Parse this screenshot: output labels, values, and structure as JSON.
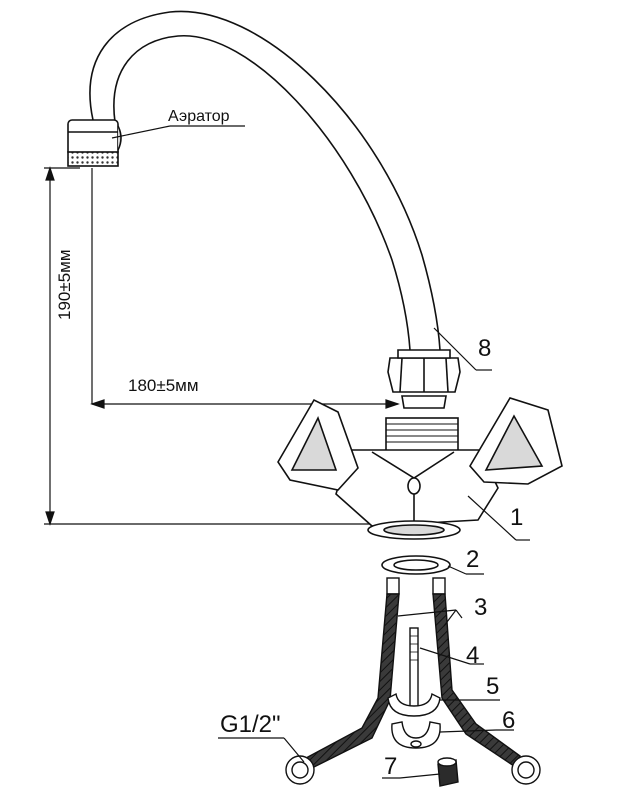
{
  "labels": {
    "aerator": "Аэратор",
    "dim_height": "190±5мм",
    "dim_reach": "180±5мм",
    "thread": "G1/2\"",
    "part_1": "1",
    "part_2": "2",
    "part_3": "3",
    "part_4": "4",
    "part_5": "5",
    "part_6": "6",
    "part_7": "7",
    "part_8": "8"
  },
  "colors": {
    "line": "#111111",
    "hose": "#2b2b2b",
    "fill": "#ffffff",
    "shade": "#d9d9d9"
  }
}
